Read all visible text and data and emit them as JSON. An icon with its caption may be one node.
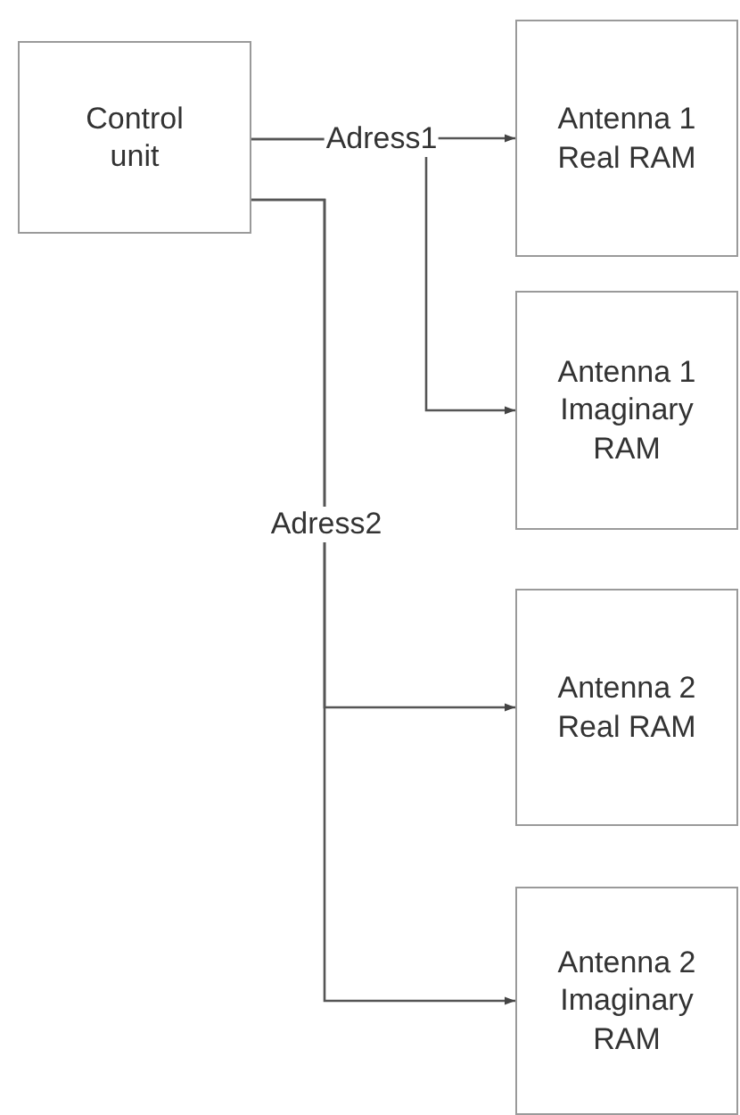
{
  "diagram": {
    "nodes": [
      {
        "text": [
          "Control unit"
        ]
      },
      {
        "text": [
          "Antenna 1 Real RAM"
        ]
      },
      {
        "text": [
          "Antenna 1 Imaginary RAM"
        ]
      },
      {
        "text": [
          "Antenna 2 Real RAM"
        ]
      },
      {
        "text": [
          "Antenna 2 Imaginary RAM"
        ]
      }
    ],
    "edges": [
      {
        "from": 0,
        "to": 1,
        "arrow": "to",
        "label": "Adress1"
      },
      {
        "from": 0,
        "to": 2,
        "arrow": "to"
      },
      {
        "from": 0,
        "to": 3,
        "arrow": "to",
        "label": "Adress2"
      },
      {
        "from": 0,
        "to": 4,
        "arrow": "to"
      }
    ]
  }
}
